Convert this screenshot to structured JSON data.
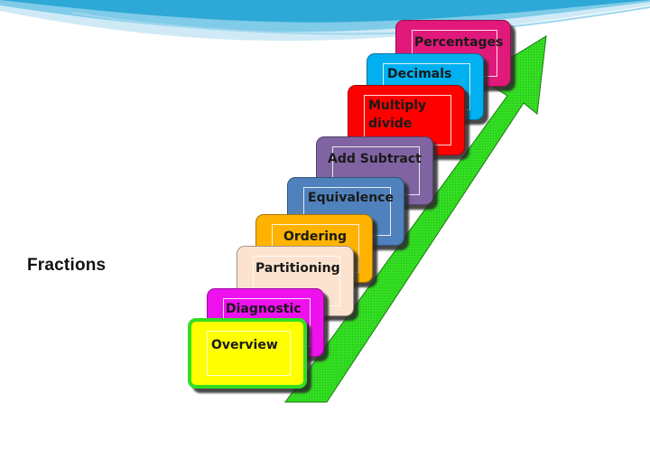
{
  "side_title": "Fractions",
  "steps": [
    {
      "label": "Overview",
      "color": "#ffff00",
      "border": "#33dd22"
    },
    {
      "label": "Diagnostic",
      "color": "#ee11ee"
    },
    {
      "label": "Partitioning",
      "color": "#fbe3cf"
    },
    {
      "label": "Ordering",
      "color": "#ffb300"
    },
    {
      "label": "Equivalence",
      "color": "#4f81bd"
    },
    {
      "label": "Add  Subtract",
      "color": "#8064a2"
    },
    {
      "label": "Multiply\ndivide",
      "color": "#ff0000"
    },
    {
      "label": "Decimals",
      "color": "#00b0f0"
    },
    {
      "label": "Percentages",
      "color": "#e0197a"
    }
  ],
  "arrow_color": "#33dd22"
}
